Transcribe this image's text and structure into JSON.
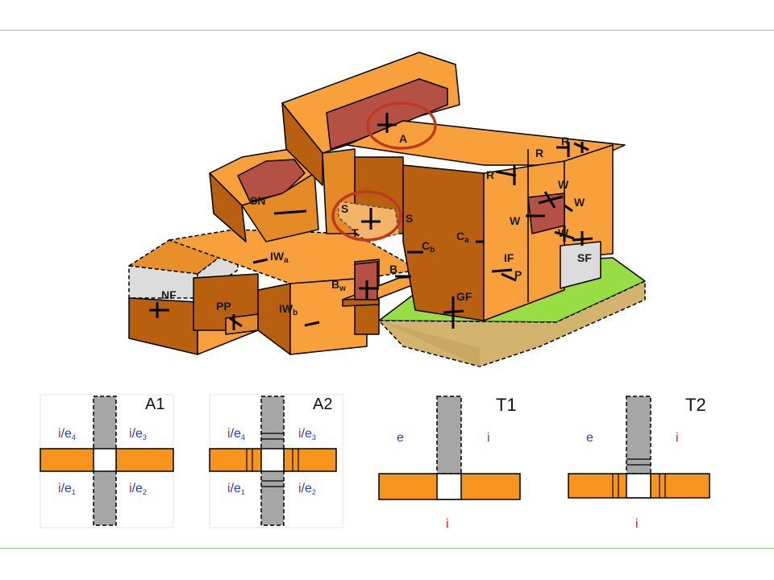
{
  "colors": {
    "orange_light": "#f7a03c",
    "orange_mid": "#e68a28",
    "orange_dark": "#b85e10",
    "glazing": "#b45044",
    "grey_wall": "#a6a6a6",
    "grey_unheated": "#e0e0e0",
    "ground_green": "#99dd44",
    "ground_tan": "#d2b46e",
    "highlight_circle": "#c0391f",
    "interior_red": "#e02020",
    "exterior_blue": "#2040c0",
    "rule_green": "#9cc97a"
  },
  "building": {
    "labels": {
      "A": "A",
      "S_upper": "S",
      "S": "S",
      "T": "T",
      "SN": "SN",
      "R_left": "R",
      "R_mid": "R",
      "R_right": "R",
      "W_top": "W",
      "W_left": "W",
      "W_right": "W",
      "W_bottom": "W",
      "Ca": "C",
      "Ca_sub": "a",
      "Cb": "C",
      "Cb_sub": "b",
      "B": "B",
      "Bw": "B",
      "Bw_sub": "w",
      "IF": "IF",
      "P": "P",
      "GF": "GF",
      "SF": "SF",
      "NF": "NF",
      "PP": "PP",
      "IWa": "IW",
      "IWa_sub": "a",
      "IWb": "IW",
      "IWb_sub": "b"
    }
  },
  "details": {
    "A1": {
      "title": "A1",
      "top_left": "i/e",
      "top_left_sub": "4",
      "top_right": "i/e",
      "top_right_sub": "3",
      "bottom_left": "i/e",
      "bottom_left_sub": "1",
      "bottom_right": "i/e",
      "bottom_right_sub": "2"
    },
    "A2": {
      "title": "A2",
      "top_left": "i/e",
      "top_left_sub": "4",
      "top_right": "i/e",
      "top_right_sub": "3",
      "bottom_left": "i/e",
      "bottom_left_sub": "1",
      "bottom_right": "i/e",
      "bottom_right_sub": "2"
    },
    "T1": {
      "title": "T1",
      "left": "e",
      "right": "i",
      "bottom": "i"
    },
    "T2": {
      "title": "T2",
      "left": "e",
      "right": "i",
      "bottom": "i"
    }
  }
}
